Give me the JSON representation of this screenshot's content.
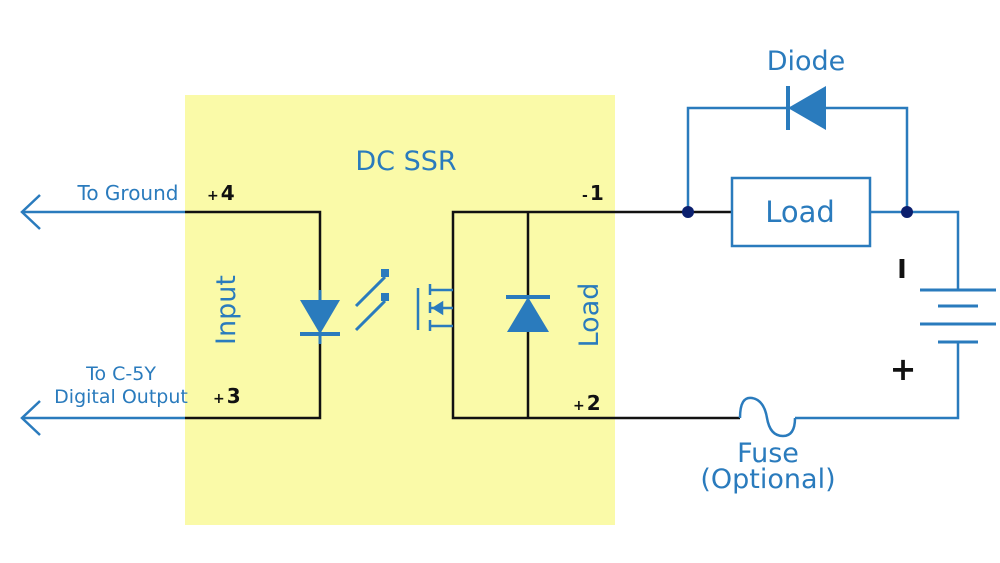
{
  "diagram": {
    "colors": {
      "accent": "#2a7bbd",
      "wire": "#111111",
      "ssr_fill": "#fafaa8",
      "node": "#0b1f6e"
    },
    "ssr_title": "DC SSR",
    "input_label": "Input",
    "load_side_label": "Load",
    "left_labels": {
      "ground": "To Ground",
      "output_line1": "To C-5Y",
      "output_line2": "Digital Output"
    },
    "terminals": {
      "t4": {
        "sign": "+",
        "num": "4"
      },
      "t3": {
        "sign": "+",
        "num": "3"
      },
      "t1": {
        "sign": "-",
        "num": "1"
      },
      "t2": {
        "sign": "+",
        "num": "2"
      }
    },
    "external": {
      "diode_label": "Diode",
      "load_box_label": "Load",
      "fuse_line1": "Fuse",
      "fuse_line2": "(Optional)",
      "battery_minus": "I",
      "battery_plus": "+"
    }
  }
}
